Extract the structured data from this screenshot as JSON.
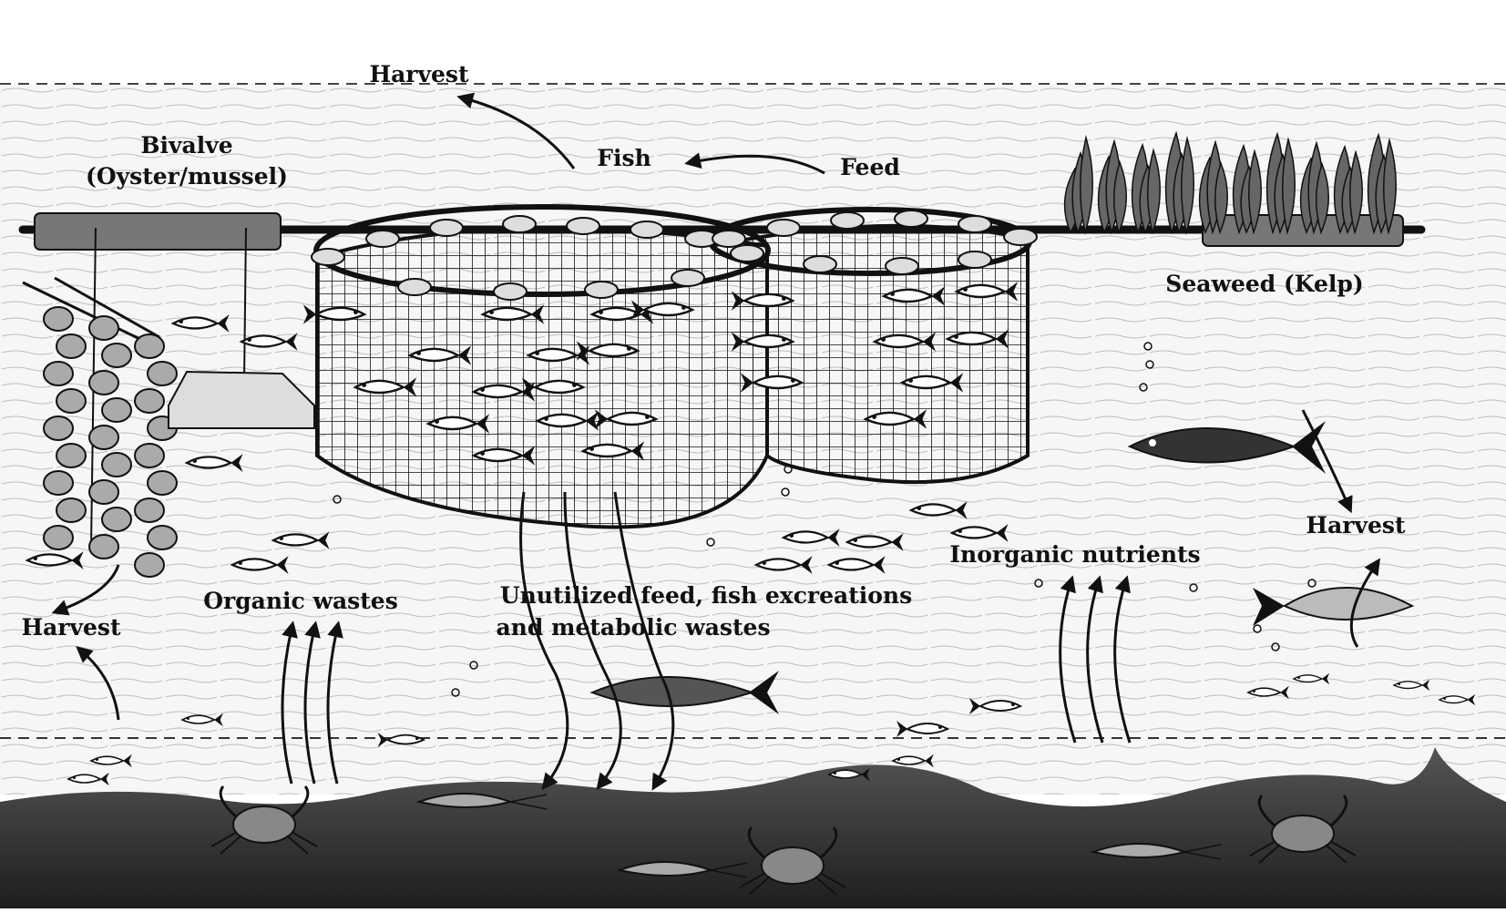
{
  "labels": {
    "harvest_top": "Harvest",
    "bivalve_title": "Bivalve",
    "bivalve_sub": "(Oyster/mussel)",
    "fish": "Fish",
    "feed": "Feed",
    "seaweed": "Seaweed (Kelp)",
    "harvest_right": "Harvest",
    "inorganic": "Inorganic nutrients",
    "unutilized_line1": "Unutilized feed, fish excreations",
    "unutilized_line2": "and metabolic wastes",
    "organic": "Organic wastes",
    "harvest_left": "Harvest"
  },
  "colors": {
    "ink": "#111111",
    "paper": "#ffffff",
    "water": "#f4f4f4",
    "seabed": "#3a3a3a",
    "seabed_light": "#6e6e6e"
  },
  "icons": {
    "fish": "fish-icon",
    "crab": "crab-icon",
    "shrimp": "shrimp-icon",
    "oyster": "oyster-icon",
    "kelp": "kelp-icon",
    "cage": "net-cage-icon"
  }
}
